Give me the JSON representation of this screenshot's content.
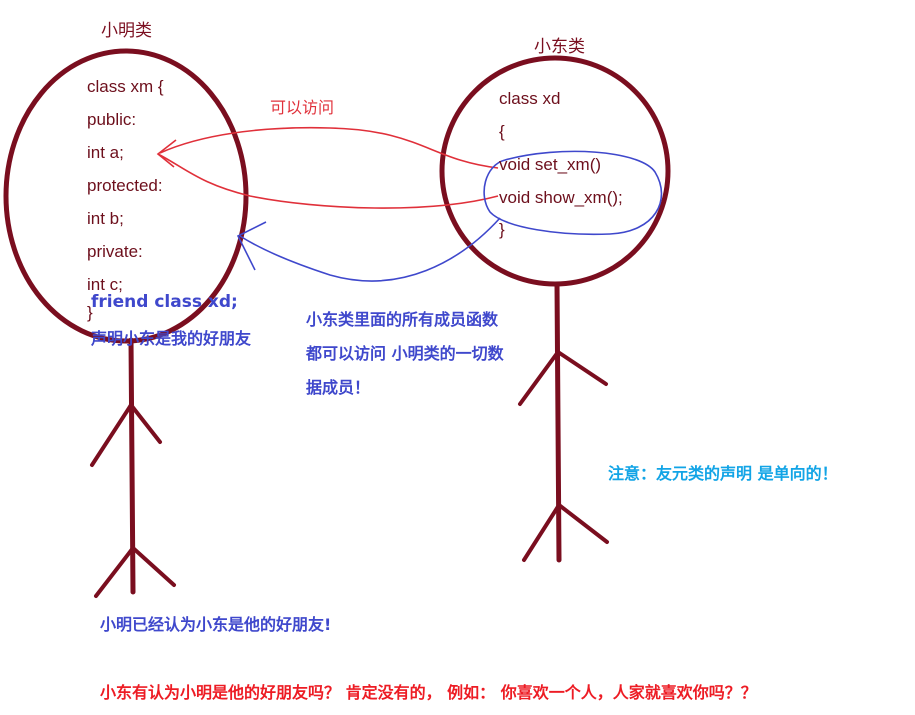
{
  "xm_figure": {
    "title": "小明类",
    "code": [
      "class  xm {",
      "public:",
      " int a;",
      "protected:",
      "int b;",
      "private:",
      "int c;",
      "}"
    ],
    "friend_line": "friend   class xd;",
    "friend_note": "声明小东是我的好朋友"
  },
  "xd_figure": {
    "title": "小东类",
    "code": [
      "class  xd",
      "{",
      "void set_xm()",
      "void show_xm();",
      "}"
    ]
  },
  "arrow_label": "可以访问",
  "middle_note": [
    "小东类里面的所有成员函数",
    "都可以访问 小明类的一切数",
    "据成员！"
  ],
  "attention_note": "注意：友元类的声明 是单向的！",
  "bottom_note_1": "小明已经认为小东是他的好朋友!",
  "bottom_note_2": "小东有认为小明是他的好朋友吗？  肯定没有的，  例如：  你喜欢一个人，人家就喜欢你吗？？",
  "colors": {
    "figure": "#7a0e1f",
    "arrow_red": "#e0303a",
    "arrow_blue": "#3f48cc",
    "note_blue": "#3f48cc",
    "note_cyan": "#12a4e6",
    "note_red": "#ed1c24"
  }
}
